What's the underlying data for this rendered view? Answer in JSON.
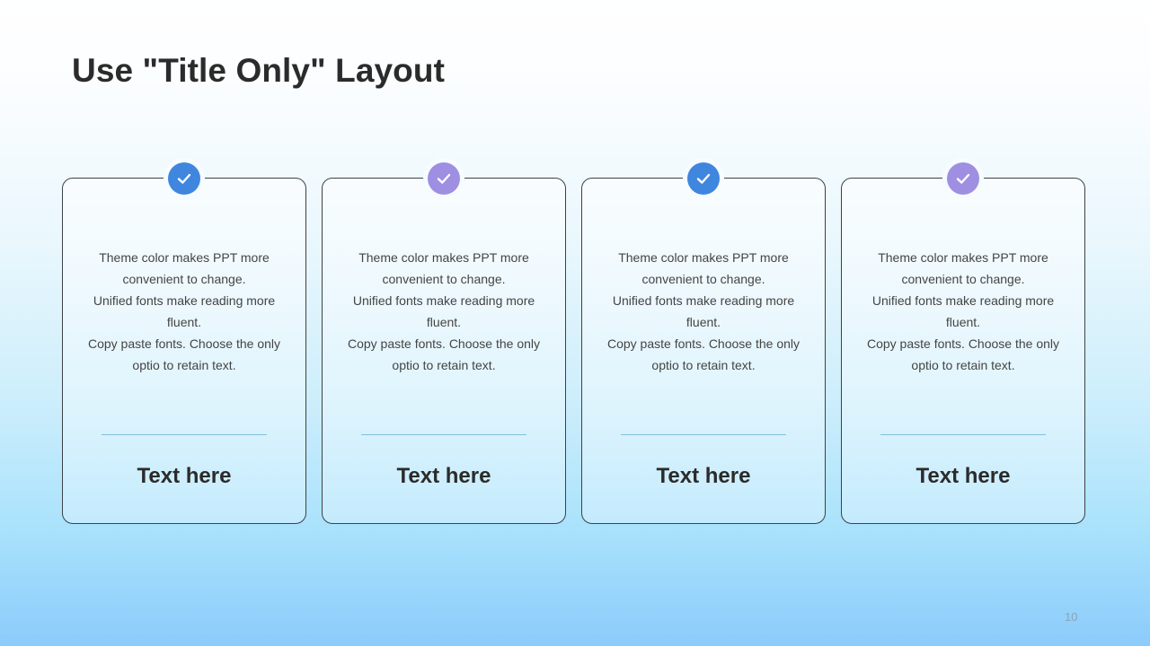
{
  "slide": {
    "title": "Use \"Title Only\" Layout",
    "page_number": "10"
  },
  "colors": {
    "badge_blue": "#3f86de",
    "badge_purple": "#9e8fe3",
    "card_border": "#3d4148",
    "divider": "#7fc0da",
    "text_dark": "#2b2b2b"
  },
  "cards": [
    {
      "icon": "check-circle-icon",
      "badge_color": "#3f86de",
      "lines": [
        "Theme color makes PPT more",
        "convenient  to change.",
        "Unified  fonts make reading more",
        "fluent.",
        "Copy paste fonts. Choose the only",
        "optio to retain text."
      ],
      "heading": "Text here"
    },
    {
      "icon": "check-circle-icon",
      "badge_color": "#9e8fe3",
      "lines": [
        "Theme color makes PPT more",
        "convenient  to change.",
        "Unified  fonts make reading more",
        "fluent.",
        "Copy paste fonts. Choose the only",
        "optio to retain text."
      ],
      "heading": "Text here"
    },
    {
      "icon": "check-circle-icon",
      "badge_color": "#3f86de",
      "lines": [
        "Theme color makes PPT more",
        "convenient  to change.",
        "Unified  fonts make reading more",
        "fluent.",
        "Copy paste fonts. Choose the only",
        "optio to retain text."
      ],
      "heading": "Text here"
    },
    {
      "icon": "check-circle-icon",
      "badge_color": "#9e8fe3",
      "lines": [
        "Theme color makes PPT more",
        "convenient  to change.",
        "Unified  fonts make reading more",
        "fluent.",
        "Copy paste fonts. Choose the only",
        "optio to retain text."
      ],
      "heading": "Text here"
    }
  ]
}
